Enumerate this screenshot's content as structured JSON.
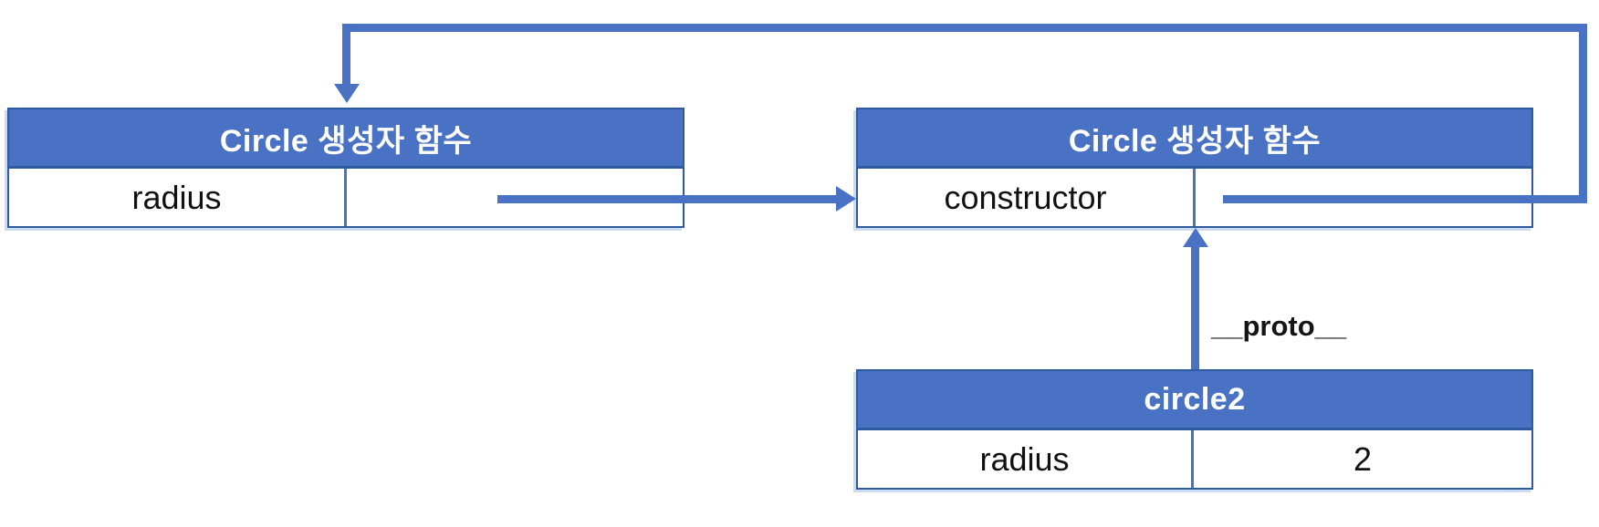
{
  "diagram": {
    "left_box": {
      "title": "Circle 생성자 함수",
      "rows": [
        {
          "key": "radius",
          "value": ""
        }
      ]
    },
    "right_box": {
      "title": "Circle 생성자 함수",
      "rows": [
        {
          "key": "constructor",
          "value": ""
        }
      ]
    },
    "instance_box": {
      "title": "circle2",
      "rows": [
        {
          "key": "radius",
          "value": "2"
        }
      ]
    },
    "labels": {
      "proto": "__proto__"
    },
    "colors": {
      "accent": "#4a72c4",
      "accent_dark": "#2e5b9f",
      "border_light": "#ccdaf2",
      "header_text": "#ffffff",
      "cell_text": "#111111",
      "background": "#ffffff"
    }
  }
}
